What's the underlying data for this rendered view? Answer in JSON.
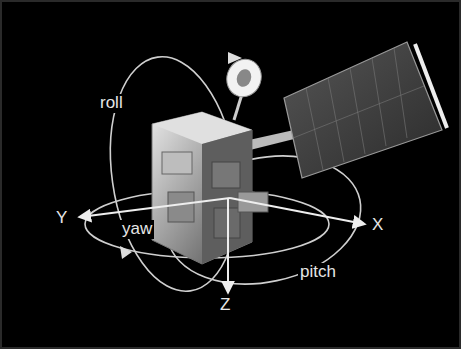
{
  "diagram": {
    "labels": [
      "roll",
      "Y",
      "yaw",
      "X",
      "pitch",
      "Z"
    ]
  }
}
